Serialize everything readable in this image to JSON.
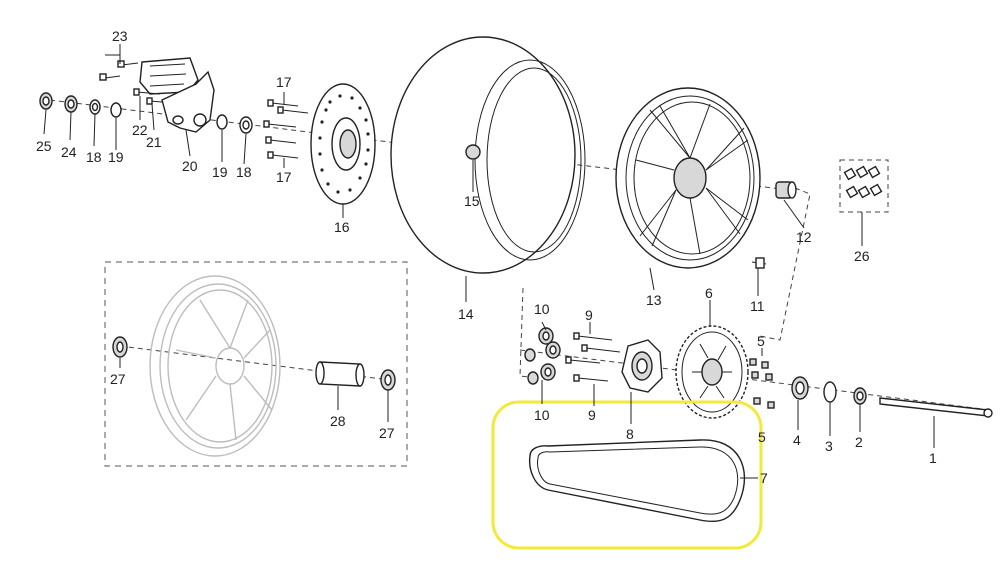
{
  "callouts": {
    "p1": "1",
    "p2": "2",
    "p3": "3",
    "p4": "4",
    "p5a": "5",
    "p5b": "5",
    "p6": "6",
    "p7": "7",
    "p8": "8",
    "p9a": "9",
    "p9b": "9",
    "p10a": "10",
    "p10b": "10",
    "p11": "11",
    "p12": "12",
    "p13": "13",
    "p14": "14",
    "p15": "15",
    "p16": "16",
    "p17a": "17",
    "p17b": "17",
    "p18a": "18",
    "p18b": "18",
    "p19a": "19",
    "p19b": "19",
    "p20": "20",
    "p21": "21",
    "p22": "22",
    "p23": "23",
    "p24": "24",
    "p25": "25",
    "p26": "26",
    "p27a": "27",
    "p27b": "27",
    "p28": "28"
  },
  "colors": {
    "highlight": "#f2ea3a",
    "ink": "#222222",
    "ghost": "#bdbdbd"
  }
}
